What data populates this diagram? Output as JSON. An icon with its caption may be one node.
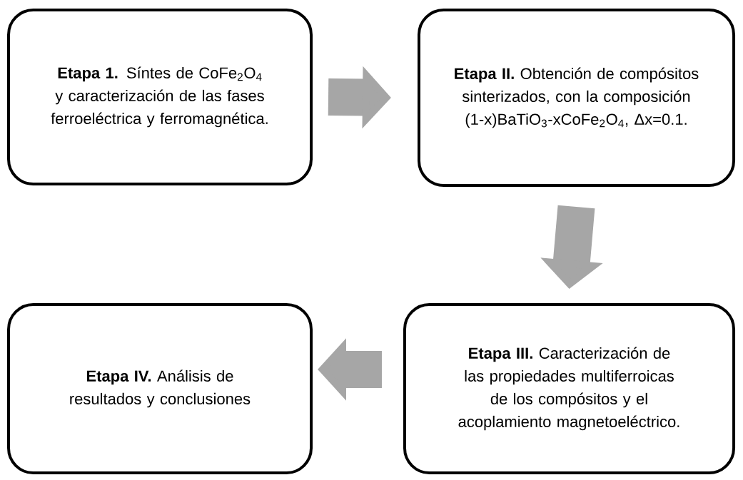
{
  "diagram": {
    "nodes": [
      {
        "text": [
          "**Etapa 1.** Síntes de CoFe$_{2}$O$_{4}$ y caracterización de las fases ferroeléctrica y ferromagnética."
        ]
      },
      {
        "text": [
          "**Etapa II.** Obtención de compósitos sinterizados, con la composición (1-x)BaTiO$_{3}$-xCoFe$_{2}$O$_{4}$, Δx=0.1."
        ]
      },
      {
        "text": [
          "**Etapa III.** Caracterización de las propiedades multiferroicas de los compósitos y el acoplamiento magnetoeléctrico."
        ]
      },
      {
        "text": [
          "**Etapa IV.** Análisis de resultados y conclusiones"
        ]
      }
    ],
    "edges": [
      {
        "from": 0,
        "to": 1,
        "arrow": "to"
      },
      {
        "from": 1,
        "to": 2,
        "arrow": "to"
      },
      {
        "from": 2,
        "to": 3,
        "arrow": "to"
      }
    ]
  }
}
